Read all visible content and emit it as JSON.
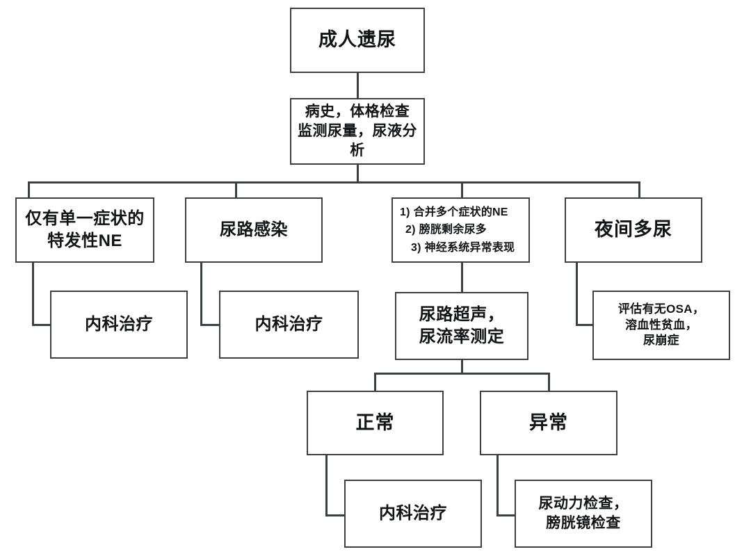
{
  "diagram": {
    "title_text": "成人遗尿",
    "nodes": {
      "root": "成人遗尿",
      "workup": "病史，体格检查\n监测尿量，尿液分析",
      "branch1": "仅有单一症状的\n特发性NE",
      "branch1_child": "内科治疗",
      "branch2": "尿路感染",
      "branch2_child": "内科治疗",
      "branch3_items": [
        {
          "num": "1)",
          "text": "合并多个症状的NE"
        },
        {
          "num": "2)",
          "text": "膀胱剩余尿多"
        },
        {
          "num": "3)",
          "text": "神经系统异常表现"
        }
      ],
      "branch3_child": "尿路超声，\n尿流率测定",
      "branch4": "夜间多尿",
      "branch4_child": "评估有无OSA，\n溶血性贫血，\n尿崩症",
      "result_normal": "正常",
      "result_normal_child": "内科治疗",
      "result_abnormal": "异常",
      "result_abnormal_child": "尿动力检查，\n膀胱镜检查"
    },
    "colors": {
      "stroke": "#3b3f42",
      "text": "#111315",
      "background": "#ffffff"
    }
  }
}
